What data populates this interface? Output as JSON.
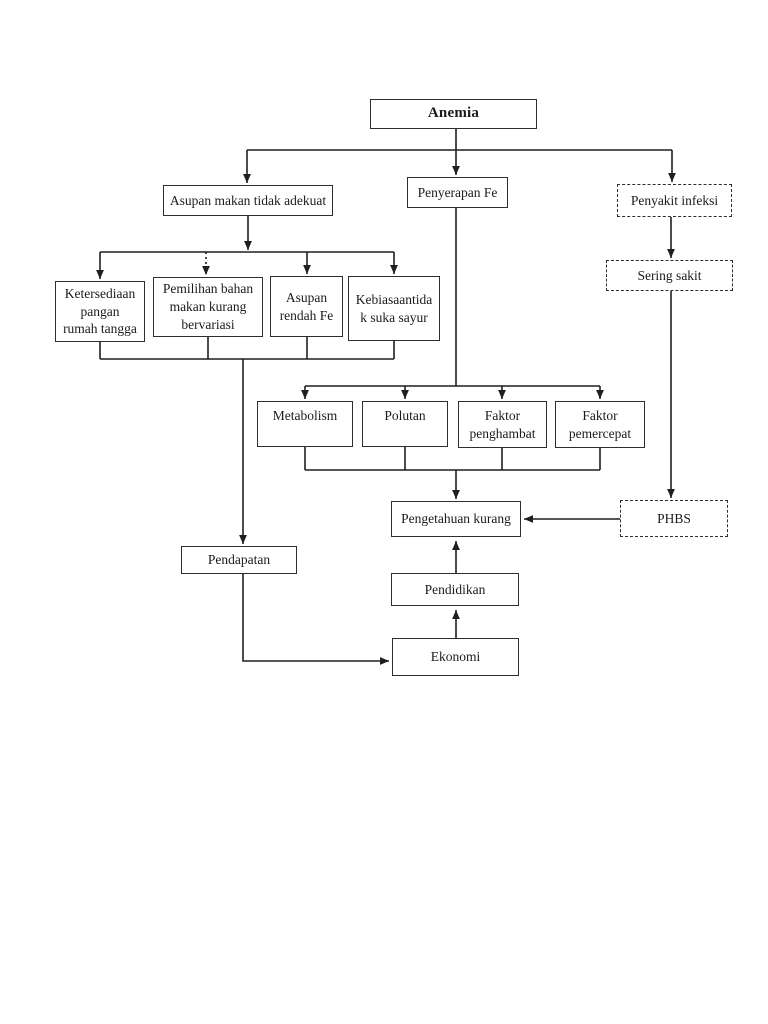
{
  "diagram": {
    "title": "Anemia",
    "colors": {
      "line": "#1f1f1f",
      "box_border": "#2e2e2e",
      "background": "#ffffff"
    },
    "nodes": {
      "anemia": {
        "label": "Anemia",
        "style": "solid"
      },
      "asupan_makan": {
        "label": "Asupan makan tidak adekuat",
        "style": "solid"
      },
      "penyerapan_fe": {
        "label": "Penyerapan Fe",
        "style": "solid"
      },
      "penyakit_infeksi": {
        "label": "Penyakit infeksi",
        "style": "dashed"
      },
      "ketersediaan": {
        "label": "Ketersediaan\npangan\nrumah tangga",
        "style": "solid"
      },
      "pemilihan": {
        "label": "Pemilihan bahan\nmakan kurang\nbervariasi",
        "style": "solid"
      },
      "asupan_rendah_fe": {
        "label": "Asupan\nrendah Fe",
        "style": "solid"
      },
      "kebiasaan": {
        "label": "Kebiasaantida\nk suka sayur",
        "style": "solid"
      },
      "sering_sakit": {
        "label": "Sering sakit",
        "style": "dashed"
      },
      "metabolism": {
        "label": "Metabolism",
        "style": "solid"
      },
      "polutan": {
        "label": "Polutan",
        "style": "solid"
      },
      "faktor_penghambat": {
        "label": "Faktor\npenghambat",
        "style": "solid"
      },
      "faktor_pemercepat": {
        "label": "Faktor\npemercepat",
        "style": "solid"
      },
      "pengetahuan_kurang": {
        "label": "Pengetahuan kurang",
        "style": "solid"
      },
      "phbs": {
        "label": "PHBS",
        "style": "dashed"
      },
      "pendapatan": {
        "label": "Pendapatan",
        "style": "solid"
      },
      "pendidikan": {
        "label": "Pendidikan",
        "style": "solid"
      },
      "ekonomi": {
        "label": "Ekonomi",
        "style": "solid"
      }
    },
    "edges": [
      {
        "from": "anemia",
        "to": "asupan_makan",
        "style": "solid"
      },
      {
        "from": "anemia",
        "to": "penyerapan_fe",
        "style": "solid"
      },
      {
        "from": "anemia",
        "to": "penyakit_infeksi",
        "style": "solid"
      },
      {
        "from": "asupan_makan",
        "to": "ketersediaan",
        "style": "solid"
      },
      {
        "from": "asupan_makan",
        "to": "pemilihan",
        "style": "dotted"
      },
      {
        "from": "asupan_makan",
        "to": "asupan_rendah_fe",
        "style": "solid"
      },
      {
        "from": "asupan_makan",
        "to": "kebiasaan",
        "style": "solid"
      },
      {
        "from": "ketersediaan,pemilihan,asupan_rendah_fe,kebiasaan",
        "to": "pendapatan",
        "style": "solid"
      },
      {
        "from": "penyerapan_fe",
        "to": "metabolism",
        "style": "solid"
      },
      {
        "from": "penyerapan_fe",
        "to": "polutan",
        "style": "solid"
      },
      {
        "from": "penyerapan_fe",
        "to": "faktor_penghambat",
        "style": "solid"
      },
      {
        "from": "penyerapan_fe",
        "to": "faktor_pemercepat",
        "style": "solid"
      },
      {
        "from": "metabolism,polutan,faktor_penghambat,faktor_pemercepat",
        "to": "pengetahuan_kurang",
        "style": "solid"
      },
      {
        "from": "penyakit_infeksi",
        "to": "sering_sakit",
        "style": "solid"
      },
      {
        "from": "sering_sakit",
        "to": "phbs",
        "style": "solid"
      },
      {
        "from": "phbs",
        "to": "pengetahuan_kurang",
        "style": "solid"
      },
      {
        "from": "pendidikan",
        "to": "pengetahuan_kurang",
        "style": "solid"
      },
      {
        "from": "ekonomi",
        "to": "pendidikan",
        "style": "solid"
      },
      {
        "from": "pendapatan",
        "to": "ekonomi",
        "style": "solid"
      }
    ]
  }
}
